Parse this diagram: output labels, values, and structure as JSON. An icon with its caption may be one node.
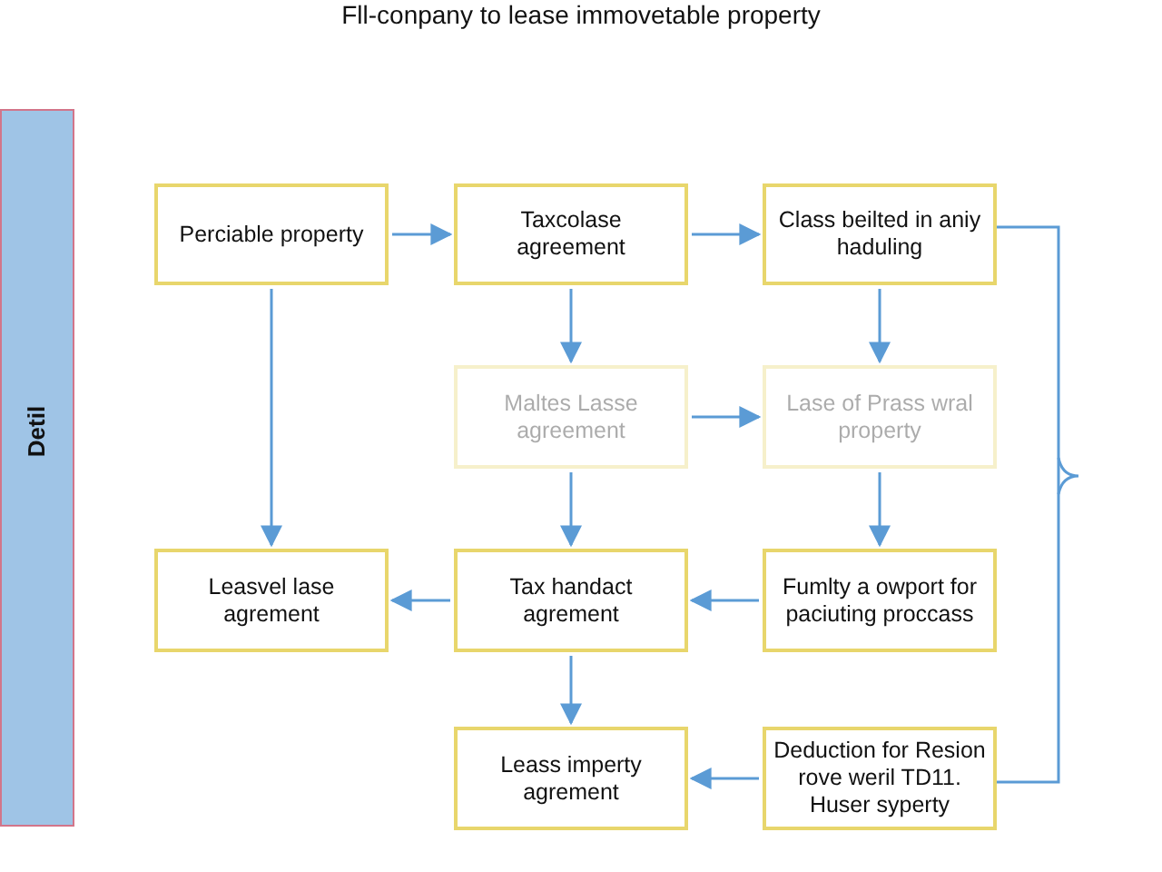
{
  "diagram": {
    "title": "Fll-conpany to lease immovetable property",
    "nodes": [
      {
        "text": [
          "Detil"
        ]
      },
      {
        "text": [
          "Perciable property"
        ]
      },
      {
        "text": [
          "Taxcolase agreement"
        ]
      },
      {
        "text": [
          "Class beilted in aniy haduling"
        ]
      },
      {
        "text": [
          "Maltes Lasse agreement"
        ]
      },
      {
        "text": [
          "Lase of Prass wral property"
        ]
      },
      {
        "text": [
          "Leasvel lase agrement"
        ]
      },
      {
        "text": [
          "Tax handact agrement"
        ]
      },
      {
        "text": [
          "Fumlty a owport for paciuting proccass"
        ]
      },
      {
        "text": [
          "Leass imperty agrement"
        ]
      },
      {
        "text": [
          "Deduction for Resion rove weril TD11. Huser syperty"
        ]
      }
    ],
    "edges": [
      {
        "from": 1,
        "to": 2,
        "arrow": "to"
      },
      {
        "from": 2,
        "to": 3,
        "arrow": "to"
      },
      {
        "from": 2,
        "to": 4,
        "arrow": "to"
      },
      {
        "from": 3,
        "to": 5,
        "arrow": "to"
      },
      {
        "from": 4,
        "to": 5,
        "arrow": "to"
      },
      {
        "from": 1,
        "to": 6,
        "arrow": "to"
      },
      {
        "from": 4,
        "to": 7,
        "arrow": "to"
      },
      {
        "from": 5,
        "to": 8,
        "arrow": "to"
      },
      {
        "from": 8,
        "to": 7,
        "arrow": "to"
      },
      {
        "from": 7,
        "to": 6,
        "arrow": "to"
      },
      {
        "from": 7,
        "to": 9,
        "arrow": "to"
      },
      {
        "from": 10,
        "to": 9,
        "arrow": "to"
      },
      {
        "from": 3,
        "to": 10,
        "arrow": "none"
      }
    ]
  }
}
